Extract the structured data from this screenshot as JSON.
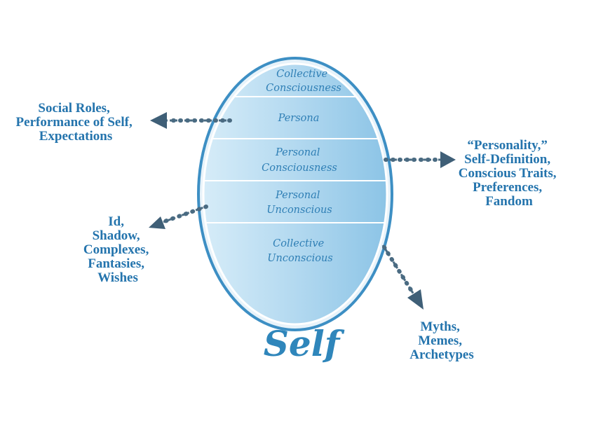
{
  "self_label": "Self",
  "layers": [
    {
      "lines": [
        "Collective",
        "Consciousness"
      ]
    },
    {
      "lines": [
        "Persona"
      ]
    },
    {
      "lines": [
        "Personal",
        "Consciousness"
      ]
    },
    {
      "lines": [
        "Personal",
        "Unconscious"
      ]
    },
    {
      "lines": [
        "Collective",
        "Unconscious"
      ]
    }
  ],
  "annotations": {
    "social": [
      "Social Roles,",
      "Performance of Self,",
      "Expectations"
    ],
    "personality": [
      "“Personality,”",
      "Self-Definition,",
      "Conscious Traits,",
      "Preferences,",
      "Fandom"
    ],
    "id": [
      "Id,",
      "Shadow,",
      "Complexes,",
      "Fantasies,",
      "Wishes"
    ],
    "myths": [
      "Myths,",
      "Memes,",
      "Archetypes"
    ]
  },
  "colors": {
    "egg_fill_light": "#d6ecf8",
    "egg_fill_dark": "#8cc4e6",
    "egg_outline": "#3d8fc4",
    "text": "#2474ad",
    "arrow": "#4a6b82"
  }
}
